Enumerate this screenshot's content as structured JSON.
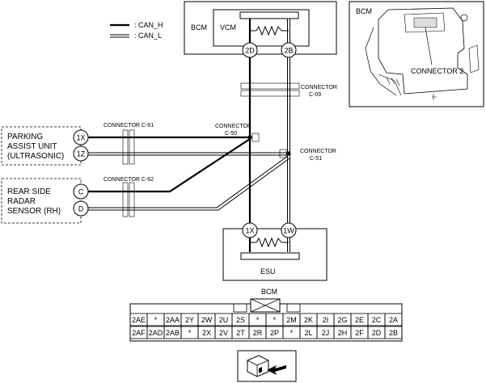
{
  "legend": {
    "can_h": ": CAN_H",
    "can_l": ": CAN_L"
  },
  "bcm_module": {
    "label": "BCM",
    "vcm_label": "VCM",
    "pin_2d": "2D",
    "pin_2b": "2B"
  },
  "photo_inset": {
    "title": "BCM",
    "connector_label": "CONNECTOR 2"
  },
  "connectors": {
    "c09": {
      "line1": "CONNECTOR",
      "line2": "C-09"
    },
    "c50": {
      "line1": "CONNECTOR",
      "line2": "C-50"
    },
    "c51": {
      "line1": "CONNECTOR",
      "line2": "C-51"
    },
    "c61": "CONNECTOR C-61",
    "c62": "CONNECTOR C-62"
  },
  "parking_unit": {
    "line1": "PARKING",
    "line2": "ASSIST UNIT",
    "line3": "(ULTRASONIC)",
    "pin_1x": "1X",
    "pin_1z": "1Z"
  },
  "radar_sensor": {
    "line1": "REAR SIDE",
    "line2": "RADAR",
    "line3": "SENSOR (RH)",
    "pin_c": "C",
    "pin_d": "D"
  },
  "esu": {
    "label": "ESU",
    "pin_1x": "1X",
    "pin_1w": "1W"
  },
  "bcm_connector": {
    "title": "BCM",
    "row1": [
      "2AE",
      "*",
      "2AA",
      "2Y",
      "2W",
      "2U",
      "2S",
      "*",
      "*",
      "2M",
      "2K",
      "2I",
      "2G",
      "2E",
      "2C",
      "2A"
    ],
    "row2": [
      "2AF",
      "2AD",
      "2AB",
      "*",
      "2X",
      "2V",
      "2T",
      "2R",
      "2P",
      "*",
      "2L",
      "2J",
      "2H",
      "2F",
      "2D",
      "2B"
    ]
  }
}
